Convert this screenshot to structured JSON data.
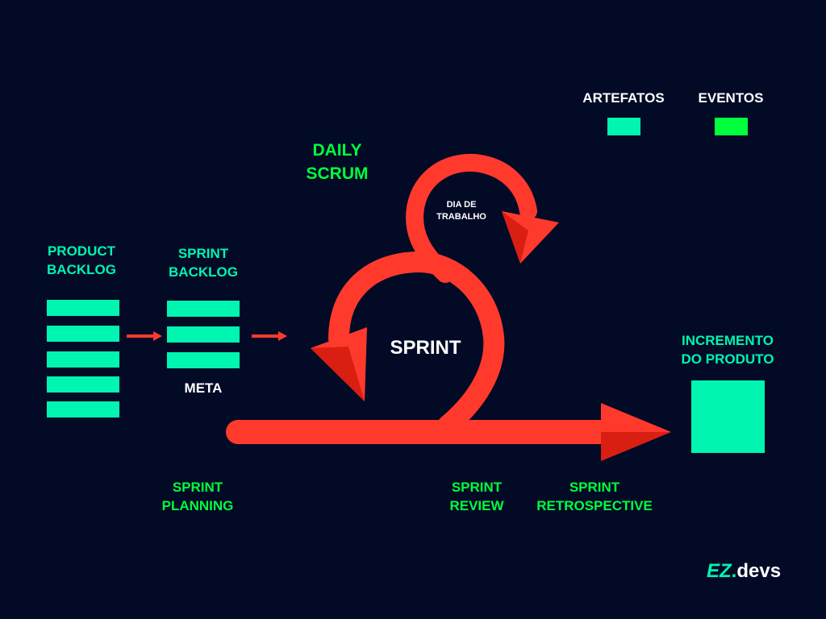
{
  "legend": {
    "artefatos": "ARTEFATOS",
    "eventos": "EVENTOS"
  },
  "colors": {
    "background": "#020A26",
    "artefato": "#00F5B0",
    "evento": "#00FF3C",
    "arrow": "#FF3A2D",
    "text": "#FFFFFF"
  },
  "daily_scrum": {
    "line1": "DAILY",
    "line2": "SCRUM",
    "loop_label_line1": "DIA DE",
    "loop_label_line2": "TRABALHO"
  },
  "product_backlog": {
    "line1": "PRODUCT",
    "line2": "BACKLOG",
    "item_count": 5
  },
  "sprint_backlog": {
    "line1": "SPRINT",
    "line2": "BACKLOG",
    "item_count": 3,
    "meta": "META"
  },
  "sprint_label": "SPRINT",
  "incremento": {
    "line1": "INCREMENTO",
    "line2": "DO PRODUTO"
  },
  "events": {
    "planning": {
      "line1": "SPRINT",
      "line2": "PLANNING"
    },
    "review": {
      "line1": "SPRINT",
      "line2": "REVIEW"
    },
    "retrospective": {
      "line1": "SPRINT",
      "line2": "RETROSPECTIVE"
    }
  },
  "logo": {
    "mark": "EZ",
    "dot": ".",
    "text": "devs"
  }
}
